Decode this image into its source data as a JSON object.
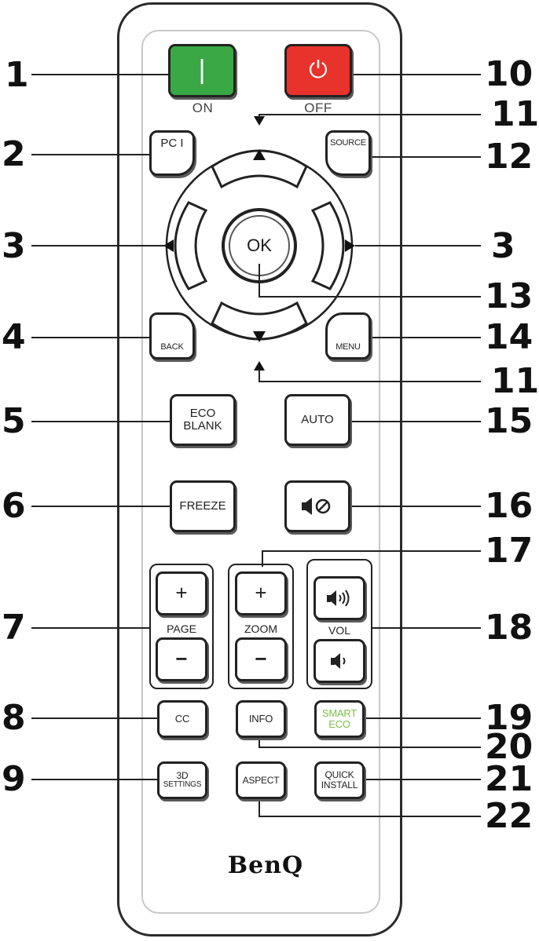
{
  "diagram": {
    "brand": "BenQ",
    "buttons": {
      "on": {
        "glyph": "|",
        "label": "ON",
        "color": "#3aa845"
      },
      "off": {
        "glyph": "⏻",
        "label": "OFF",
        "color": "#e8322c"
      },
      "pc": "PC I",
      "source": "SOURCE",
      "ok": "OK",
      "back": "BACK",
      "menu": "MENU",
      "eco_blank_line1": "ECO",
      "eco_blank_line2": "BLANK",
      "auto": "AUTO",
      "freeze": "FREEZE",
      "mute_icon": "mute-speaker-icon",
      "page": {
        "plus": "+",
        "label": "PAGE",
        "minus": "−"
      },
      "zoom": {
        "plus": "+",
        "label": "ZOOM",
        "minus": "−"
      },
      "vol": {
        "label": "VOL",
        "up_icon": "volume-up-icon",
        "down_icon": "volume-down-icon"
      },
      "cc": "CC",
      "info": "INFO",
      "smart_eco_line1": "SMART",
      "smart_eco_line2": "ECO",
      "smart_eco_color": "#7ec04a",
      "settings_3d_line1": "3D",
      "settings_3d_line2": "SETTINGS",
      "aspect": "ASPECT",
      "quick_install_line1": "QUICK",
      "quick_install_line2": "INSTALL"
    },
    "callouts_left": [
      "1",
      "2",
      "3",
      "4",
      "5",
      "6",
      "7",
      "8",
      "9"
    ],
    "callouts_right": [
      "10",
      "11",
      "12",
      "3",
      "13",
      "14",
      "11",
      "15",
      "16",
      "17",
      "18",
      "19",
      "20",
      "21",
      "22"
    ]
  }
}
